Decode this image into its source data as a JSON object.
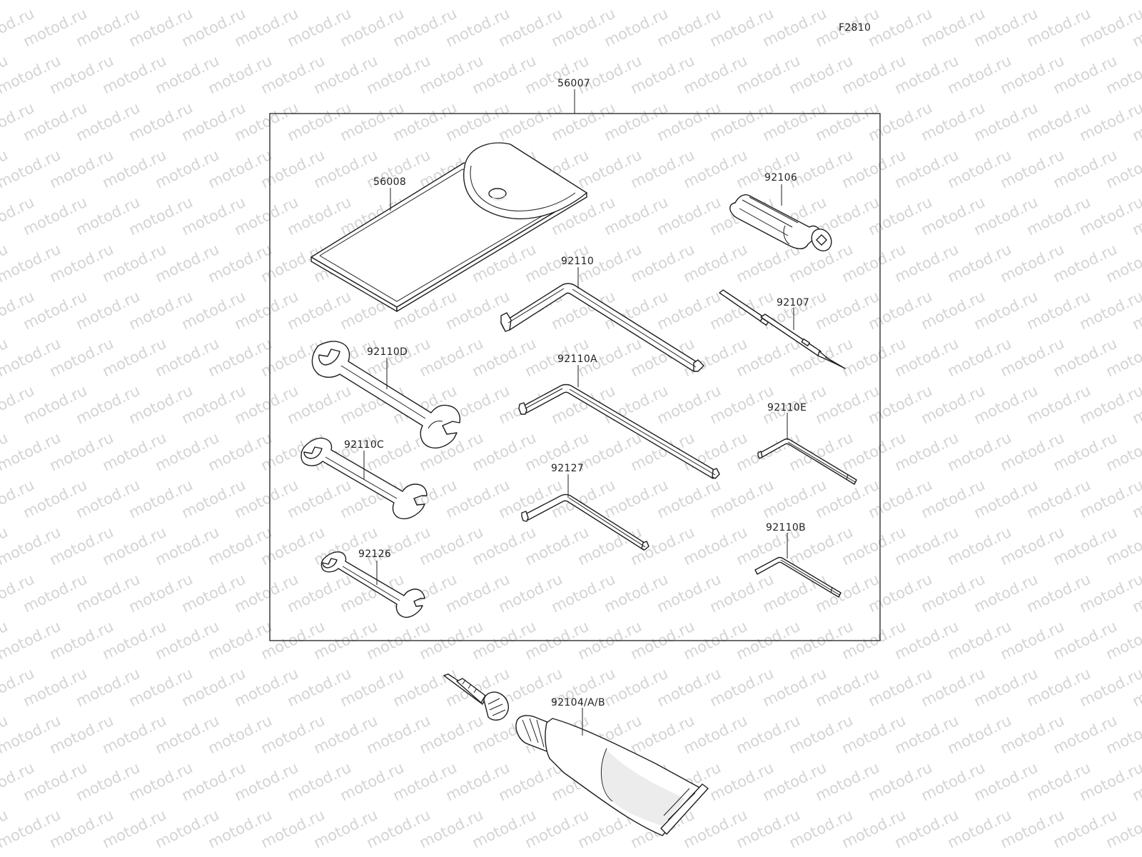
{
  "diagram_code": "F2810",
  "watermark": "motod.ru",
  "assembly": {
    "label": "56007"
  },
  "parts": {
    "p56008": "56008",
    "p92106": "92106",
    "p92110": "92110",
    "p92107": "92107",
    "p92110D": "92110D",
    "p92110A": "92110A",
    "p92110E": "92110E",
    "p92110C": "92110C",
    "p92127": "92127",
    "p92110B": "92110B",
    "p92126": "92126",
    "p92104": "92104/A/B"
  },
  "icons": {
    "case": "tool-pouch-icon",
    "bit_holder": "screwdriver-handle-icon",
    "screwdriver": "screwdriver-icon",
    "hex_key": "hex-key-icon",
    "wrench": "open-end-wrench-icon",
    "sealant": "sealant-tube-icon",
    "nozzle": "nozzle-icon"
  },
  "colors": {
    "line": "#1e1e1e",
    "watermark": "#d4d4d4",
    "background": "#ffffff"
  }
}
